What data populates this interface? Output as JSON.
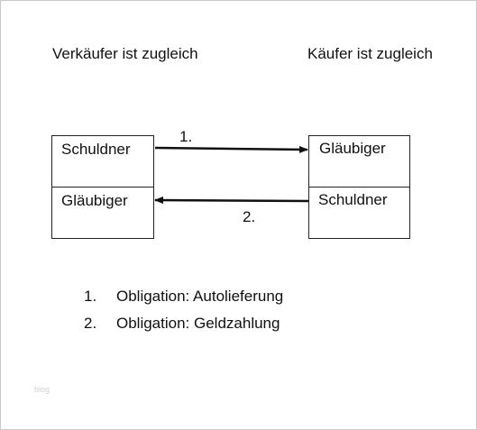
{
  "headings": {
    "left": "Verkäufer ist zugleich",
    "right": "Käufer ist zugleich"
  },
  "left_box": {
    "top": "Schuldner",
    "bottom": "Gläubiger"
  },
  "right_box": {
    "top": "Gläubiger",
    "bottom": "Schuldner"
  },
  "arrows": {
    "first_label": "1.",
    "second_label": "2."
  },
  "legend": {
    "items": [
      {
        "num": "1.",
        "text": "Obligation: Autolieferung"
      },
      {
        "num": "2.",
        "text": "Obligation: Geldzahlung"
      }
    ]
  },
  "watermark": "blog"
}
